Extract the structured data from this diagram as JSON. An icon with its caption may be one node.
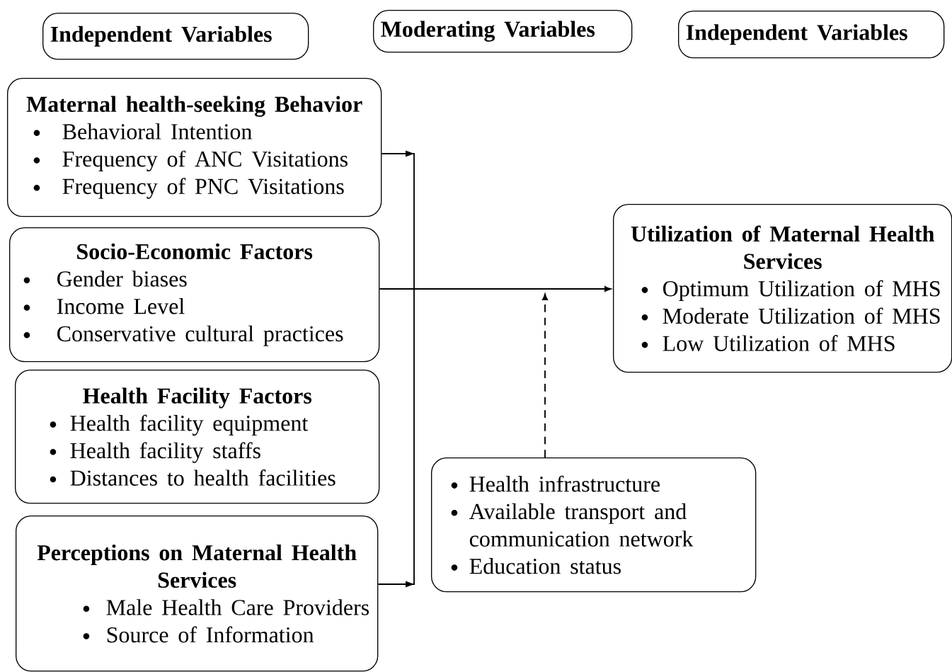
{
  "diagram": {
    "nodes": [
      {
        "text": [
          "Independent Variables"
        ]
      },
      {
        "text": [
          "Moderating Variables"
        ]
      },
      {
        "text": [
          "Independent Variables"
        ]
      },
      {
        "text": [
          "Maternal health-seeking Behavior",
          "Behavioral Intention",
          "Frequency of ANC Visitations",
          "Frequency of PNC Visitations"
        ]
      },
      {
        "text": [
          "Socio-Economic Factors",
          "Gender biases",
          "Income Level",
          "Conservative cultural practices"
        ]
      },
      {
        "text": [
          "Health Facility Factors",
          "Health facility equipment",
          "Health facility staffs",
          "Distances to health facilities"
        ]
      },
      {
        "text": [
          "Perceptions on Maternal Health Services",
          "Male Health Care Providers",
          "Source of Information"
        ]
      },
      {
        "text": [
          "Utilization of Maternal Health Services",
          "Optimum Utilization of MHS",
          "Moderate Utilization of MHS",
          "Low Utilization of MHS"
        ]
      },
      {
        "text": [
          "Health infrastructure",
          "Available transport and communication network",
          "Education status"
        ]
      }
    ],
    "edges": [
      {
        "from": 3,
        "to": 7,
        "arrow": "to"
      },
      {
        "from": 4,
        "to": 7,
        "arrow": "to"
      },
      {
        "from": 6,
        "to": 7,
        "arrow": "to"
      },
      {
        "from": 8,
        "to": null,
        "arrow": "to",
        "style": "dashed"
      }
    ]
  }
}
